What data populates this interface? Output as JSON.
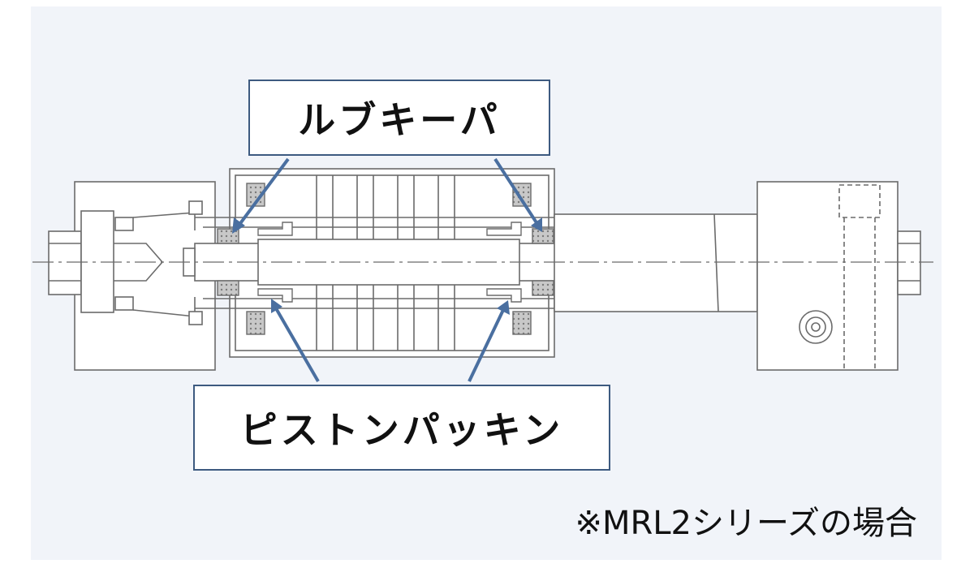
{
  "callouts": {
    "lube_keeper": "ルブキーパ",
    "piston_packing": "ピストンパッキン"
  },
  "caption": "※MRL2シリーズの場合",
  "colors": {
    "panel_bg": "#f1f4f9",
    "line": "#6b6b6b",
    "arrow": "#4a6fa0",
    "box_border": "#3d5a80"
  }
}
